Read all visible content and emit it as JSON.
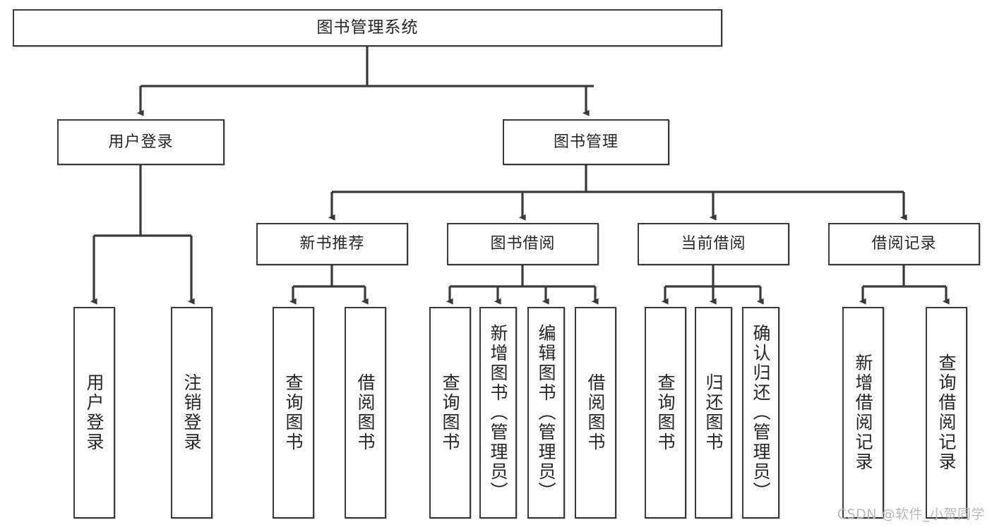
{
  "diagram": {
    "title": "图书管理系统",
    "type": "tree-hierarchy",
    "watermark": "CSDN @软件_小贺同学",
    "colors": {
      "stroke": "#3a3a3a",
      "text": "#262626",
      "background": "#ffffff",
      "watermark": "#b9b9b9"
    },
    "nodes": {
      "root": {
        "label": "图书管理系统"
      },
      "level2": [
        {
          "id": "user-login",
          "label": "用户登录"
        },
        {
          "id": "book-manage",
          "label": "图书管理"
        }
      ],
      "level3": [
        {
          "id": "new-book-rec",
          "label": "新书推荐"
        },
        {
          "id": "book-borrow",
          "label": "图书借阅"
        },
        {
          "id": "current-borrow",
          "label": "当前借阅"
        },
        {
          "id": "borrow-record",
          "label": "借阅记录"
        }
      ],
      "leaves": {
        "user-login": [
          {
            "id": "leaf-user-login",
            "label": "用户登录"
          },
          {
            "id": "leaf-logout",
            "label": "注销登录"
          }
        ],
        "new-book-rec": [
          {
            "id": "leaf-query-book-1",
            "label": "查询图书"
          },
          {
            "id": "leaf-borrow-book-1",
            "label": "借阅图书"
          }
        ],
        "book-borrow": [
          {
            "id": "leaf-query-book-2",
            "label": "查询图书"
          },
          {
            "id": "leaf-add-book",
            "label": "新增图书（管理员）"
          },
          {
            "id": "leaf-edit-book",
            "label": "编辑图书（管理员）"
          },
          {
            "id": "leaf-borrow-book-2",
            "label": "借阅图书"
          }
        ],
        "current-borrow": [
          {
            "id": "leaf-query-book-3",
            "label": "查询图书"
          },
          {
            "id": "leaf-return-book",
            "label": "归还图书"
          },
          {
            "id": "leaf-confirm-return",
            "label": "确认归还（管理员）"
          }
        ],
        "borrow-record": [
          {
            "id": "leaf-add-record",
            "label": "新增借阅记录"
          },
          {
            "id": "leaf-query-record",
            "label": "查询借阅记录"
          }
        ]
      }
    }
  }
}
